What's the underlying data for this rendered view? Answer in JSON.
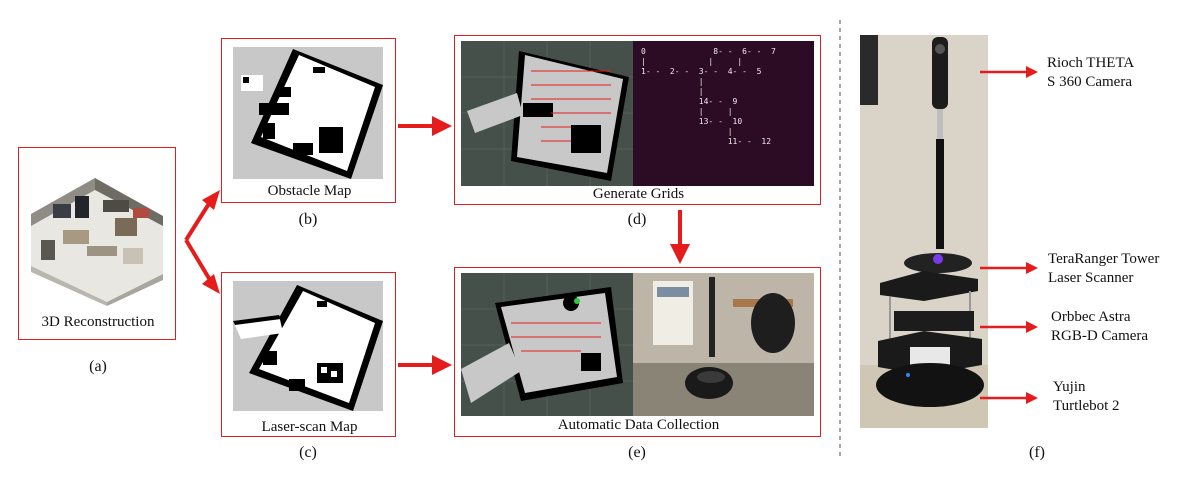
{
  "panels": {
    "a": {
      "caption": "3D Reconstruction",
      "label": "(a)"
    },
    "b": {
      "caption": "Obstacle Map",
      "label": "(b)"
    },
    "c": {
      "caption": "Laser-scan Map",
      "label": "(c)"
    },
    "d": {
      "caption": "Generate Grids",
      "label": "(d)"
    },
    "e": {
      "caption": "Automatic Data Collection",
      "label": "(e)"
    },
    "f": {
      "label": "(f)"
    }
  },
  "terminal_lines": [
    "0              8- -  6- -  7",
    "|             |     |",
    "1- -  2- -  3- -  4- -  5",
    "            |",
    "            |",
    "            14- -  9",
    "            |     |",
    "            13- -  10",
    "                  |",
    "                  11- -  12"
  ],
  "robot_labels": [
    {
      "line1": "Rioch THETA",
      "line2": "S 360 Camera"
    },
    {
      "line1": "TeraRanger Tower",
      "line2": "Laser Scanner"
    },
    {
      "line1": "Orbbec Astra",
      "line2": "RGB-D Camera"
    },
    {
      "line1": "Yujin",
      "line2": "Turtlebot 2"
    }
  ],
  "colors": {
    "arrow": "#e51c1c",
    "frame": "#e02020",
    "terminal_bg": "#2c0b24",
    "map_gray": "#c8c8c8",
    "rviz_bg": "#46504a"
  }
}
